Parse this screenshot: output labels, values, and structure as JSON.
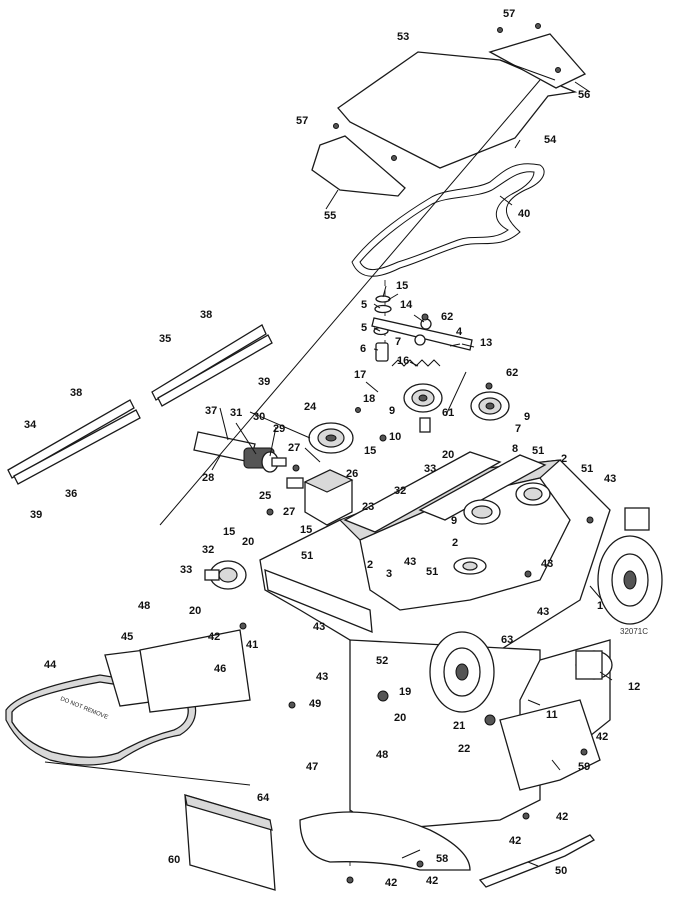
{
  "diagram": {
    "drawing_code": "32071C",
    "deck_warning_text": "DO NOT REMOVE",
    "callouts": [
      "1",
      "2",
      "3",
      "4",
      "5",
      "6",
      "7",
      "8",
      "9",
      "10",
      "11",
      "12",
      "13",
      "14",
      "15",
      "16",
      "17",
      "18",
      "19",
      "20",
      "21",
      "22",
      "23",
      "24",
      "25",
      "26",
      "27",
      "28",
      "29",
      "30",
      "31",
      "32",
      "33",
      "34",
      "35",
      "36",
      "37",
      "38",
      "39",
      "40",
      "41",
      "42",
      "43",
      "44",
      "45",
      "46",
      "47",
      "48",
      "49",
      "50",
      "51",
      "52",
      "53",
      "54",
      "55",
      "56",
      "57",
      "58",
      "59",
      "60",
      "61",
      "62",
      "63",
      "64"
    ]
  }
}
